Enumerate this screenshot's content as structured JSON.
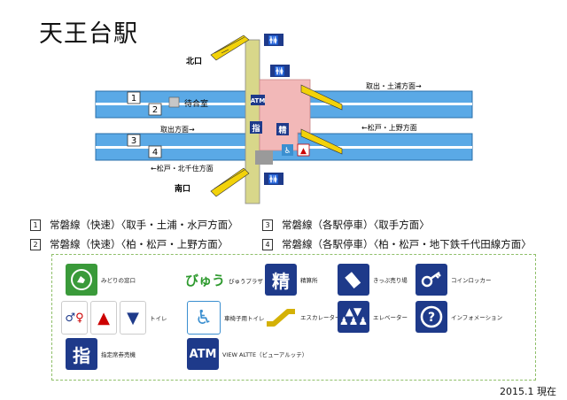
{
  "station": {
    "title": "天王台駅"
  },
  "map": {
    "north_exit": "北口",
    "south_exit": "南口",
    "waiting_room": "待合室",
    "platform_numbers": [
      "1",
      "2",
      "3",
      "4"
    ],
    "direction_labels": {
      "track2_right": "取出・土浦方面→",
      "track3_left": "取出方面→",
      "track3_right": "←松戸・上野方面",
      "track4_left": "←松戸・北千住方面"
    },
    "sign_atm": "ATM",
    "sign_reserved": "指",
    "sign_fare": "精"
  },
  "lines": [
    {
      "number": "1",
      "text": "常磐線（快速）〈取手・土浦・水戸方面〉"
    },
    {
      "number": "2",
      "text": "常磐線（快速）〈柏・松戸・上野方面〉"
    },
    {
      "number": "3",
      "text": "常磐線（各駅停車）〈取手方面〉"
    },
    {
      "number": "4",
      "text": "常磐線（各駅停車）〈柏・松戸・地下鉄千代田線方面〉"
    }
  ],
  "legend": {
    "midori_window": "みどりの窓口",
    "viewplaza_logo": "びゅう",
    "viewplaza": "びゅうプラザ",
    "fare_adjust": "精算所",
    "ticket_machine": "きっぷ売り場",
    "coin_locker": "コインロッカー",
    "toilet": "トイレ",
    "wheelchair_toilet": "車椅子用トイレ",
    "escalator": "エスカレーター",
    "elevator": "エレベーター",
    "information": "インフォメーション",
    "reserved_ticket_machine": "指定席券売機",
    "view_altte": "VIEW ALTTE（ビューアルッテ）",
    "atm_label": "ATM",
    "reserved_glyph": "指",
    "fare_glyph": "精"
  },
  "footer": {
    "date": "2015.1 現在"
  },
  "colors": {
    "track_blue": "#5aa9e6",
    "concourse_pink": "#f2b8b8",
    "stair_yellow": "#f2d20a",
    "sign_navy": "#1e3a8a",
    "midori_green": "#3a9a3a"
  }
}
